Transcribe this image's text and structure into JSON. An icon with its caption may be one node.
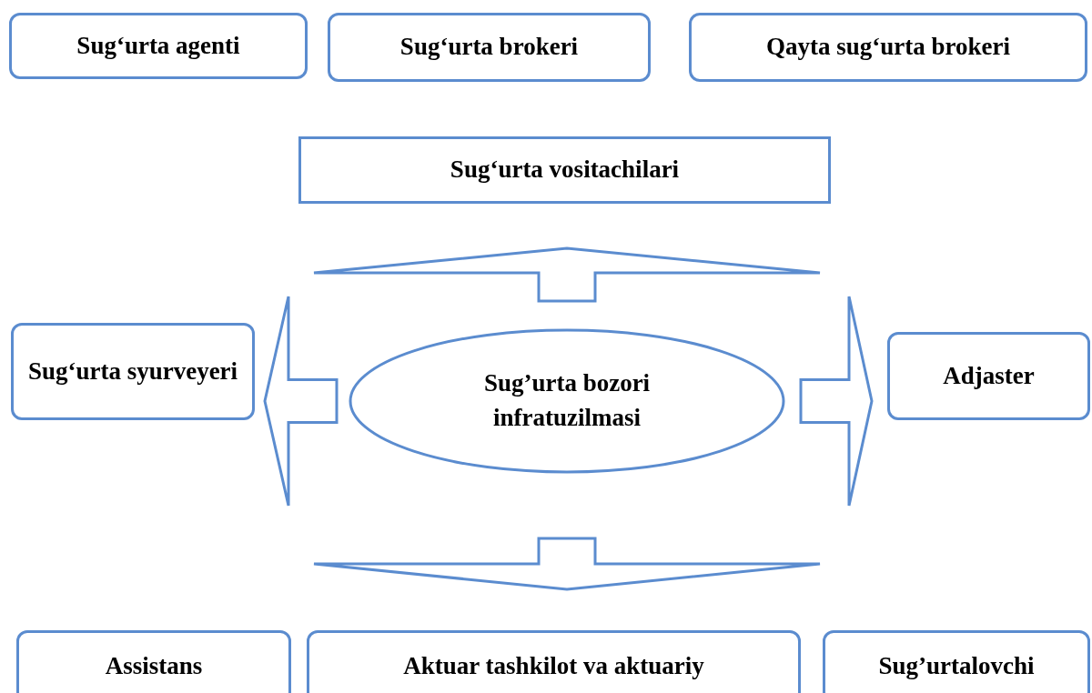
{
  "diagram": {
    "nodes": [
      {
        "text": [
          "Sug‘urta agenti"
        ]
      },
      {
        "text": [
          "Sug‘urta brokeri"
        ]
      },
      {
        "text": [
          "Qayta sug‘urta brokeri"
        ]
      },
      {
        "text": [
          "Sug‘urta vositachilari"
        ]
      },
      {
        "text": [
          "Sug‘urta syurveyeri"
        ]
      },
      {
        "text": [
          "Sug’urta bozori infratuzilmasi"
        ]
      },
      {
        "text": [
          "Adjaster"
        ]
      },
      {
        "text": [
          "Assistans"
        ]
      },
      {
        "text": [
          "Aktuar tashkilot va aktuariy"
        ]
      },
      {
        "text": [
          "Sug’urtalovchi"
        ]
      }
    ],
    "edges": [
      {
        "from": 5,
        "to": 3,
        "arrow": "to"
      },
      {
        "from": 5,
        "to": 4,
        "arrow": "to"
      },
      {
        "from": 5,
        "to": 6,
        "arrow": "to"
      },
      {
        "from": 5,
        "to": 8,
        "arrow": "to"
      }
    ]
  }
}
